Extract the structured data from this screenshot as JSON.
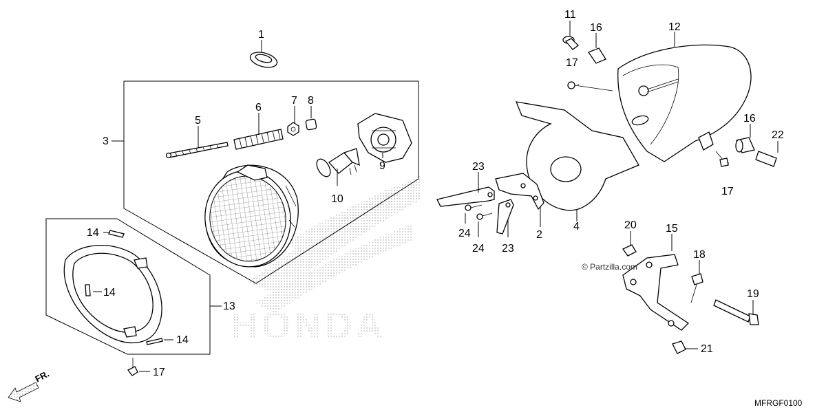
{
  "callouts": [
    {
      "id": "c1",
      "label": "1"
    },
    {
      "id": "c2",
      "label": "2"
    },
    {
      "id": "c3",
      "label": "3"
    },
    {
      "id": "c4",
      "label": "4"
    },
    {
      "id": "c5",
      "label": "5"
    },
    {
      "id": "c6",
      "label": "6"
    },
    {
      "id": "c7",
      "label": "7"
    },
    {
      "id": "c8",
      "label": "8"
    },
    {
      "id": "c9",
      "label": "9"
    },
    {
      "id": "c10",
      "label": "10"
    },
    {
      "id": "c11",
      "label": "11"
    },
    {
      "id": "c12",
      "label": "12"
    },
    {
      "id": "c13",
      "label": "13"
    },
    {
      "id": "c14a",
      "label": "14"
    },
    {
      "id": "c14b",
      "label": "14"
    },
    {
      "id": "c14c",
      "label": "14"
    },
    {
      "id": "c15",
      "label": "15"
    },
    {
      "id": "c16a",
      "label": "16"
    },
    {
      "id": "c16b",
      "label": "16"
    },
    {
      "id": "c17a",
      "label": "17"
    },
    {
      "id": "c17b",
      "label": "17"
    },
    {
      "id": "c17c",
      "label": "17"
    },
    {
      "id": "c18",
      "label": "18"
    },
    {
      "id": "c19",
      "label": "19"
    },
    {
      "id": "c20",
      "label": "20"
    },
    {
      "id": "c21",
      "label": "21"
    },
    {
      "id": "c22",
      "label": "22"
    },
    {
      "id": "c23a",
      "label": "23"
    },
    {
      "id": "c23b",
      "label": "23"
    },
    {
      "id": "c24a",
      "label": "24"
    },
    {
      "id": "c24b",
      "label": "24"
    }
  ],
  "watermark": "© Partzilla.com",
  "brand": "HONDA",
  "direction_label": "FR.",
  "diagram_code": "MFRGF0100"
}
